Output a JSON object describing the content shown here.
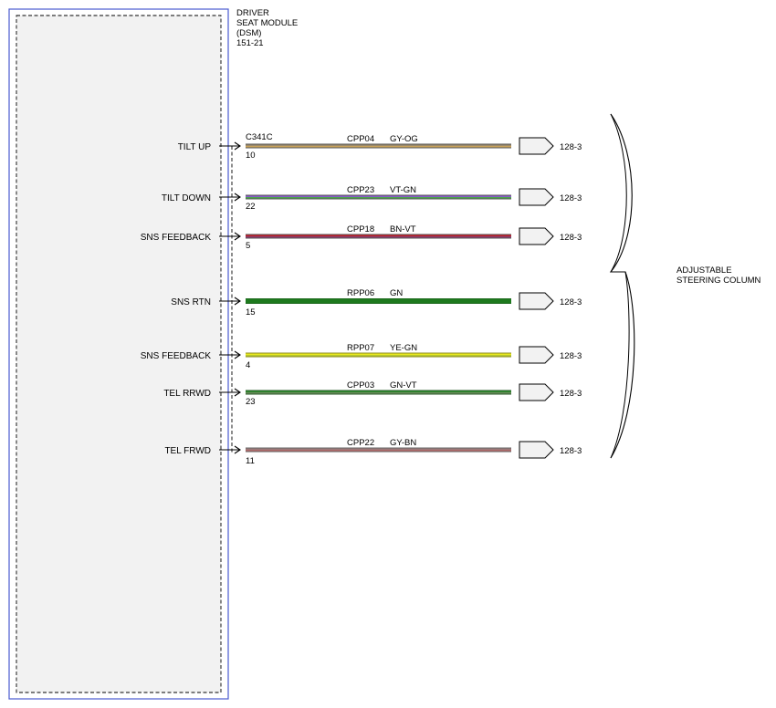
{
  "module": {
    "title_lines": [
      "DRIVER",
      "SEAT MODULE",
      "(DSM)",
      "151-21"
    ]
  },
  "connector": {
    "id": "C341C"
  },
  "bracket_label": [
    "ADJUSTABLE",
    "STEERING COLUMN"
  ],
  "wires": [
    {
      "signal": "TILT UP",
      "pin": "10",
      "circuit": "CPP04",
      "color_code": "GY-OG",
      "dest": "128-3",
      "color1": "#9C8A6A",
      "color2": "#C9A35A"
    },
    {
      "signal": "TILT DOWN",
      "pin": "22",
      "circuit": "CPP23",
      "color_code": "VT-GN",
      "dest": "128-3",
      "color1": "#8A5BC9",
      "color2": "#4BA34B"
    },
    {
      "signal": "SNS FEEDBACK",
      "pin": "5",
      "circuit": "CPP18",
      "color_code": "BN-VT",
      "dest": "128-3",
      "color1": "#C0202A",
      "color2": "#8A3A6A"
    },
    {
      "signal": "SNS RTN",
      "pin": "15",
      "circuit": "RPP06",
      "color_code": "GN",
      "dest": "128-3",
      "color1": "#1E7A1E",
      "color2": "#1E7A1E"
    },
    {
      "signal": "SNS FEEDBACK",
      "pin": "4",
      "circuit": "RPP07",
      "color_code": "YE-GN",
      "dest": "128-3",
      "color1": "#E8E820",
      "color2": "#B8C82A"
    },
    {
      "signal": "TEL RRWD",
      "pin": "23",
      "circuit": "CPP03",
      "color_code": "GN-VT",
      "dest": "128-3",
      "color1": "#2E8A2E",
      "color2": "#6A8A5A"
    },
    {
      "signal": "TEL FRWD",
      "pin": "11",
      "circuit": "CPP22",
      "color_code": "GY-BN",
      "dest": "128-3",
      "color1": "#9A7A7A",
      "color2": "#B06A6A"
    }
  ]
}
